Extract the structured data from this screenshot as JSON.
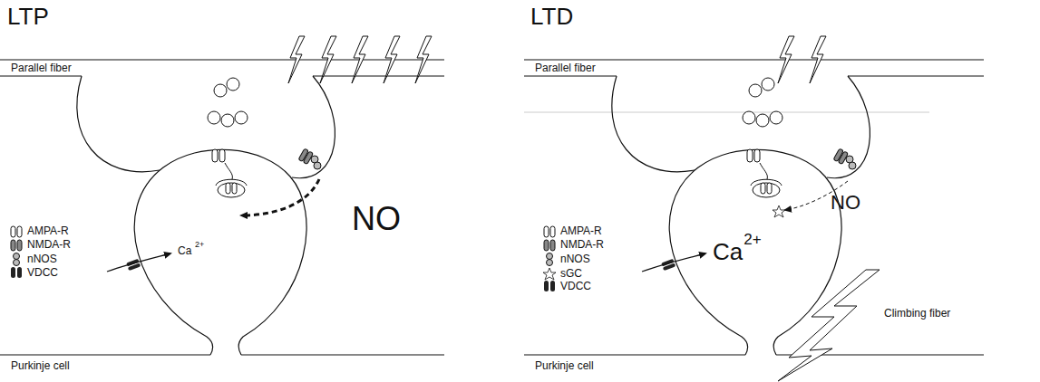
{
  "diagram": {
    "labels": [
      "LTP",
      "Parallel fiber",
      "NO",
      "Ca",
      "2+",
      "Purkinje cell",
      "LTD",
      "Parallel fiber",
      "NO",
      "Ca",
      "2+",
      "Climbing fiber",
      "Purkinje cell"
    ],
    "legend": [
      {
        "text": "AMPA-R"
      },
      {
        "text": "NMDA-R"
      },
      {
        "text": "nNOS"
      },
      {
        "text": "VDCC"
      },
      {
        "text": "AMPA-R"
      },
      {
        "text": "NMDA-R"
      },
      {
        "text": "nNOS"
      },
      {
        "text": "sGC"
      },
      {
        "text": "VDCC"
      }
    ]
  }
}
